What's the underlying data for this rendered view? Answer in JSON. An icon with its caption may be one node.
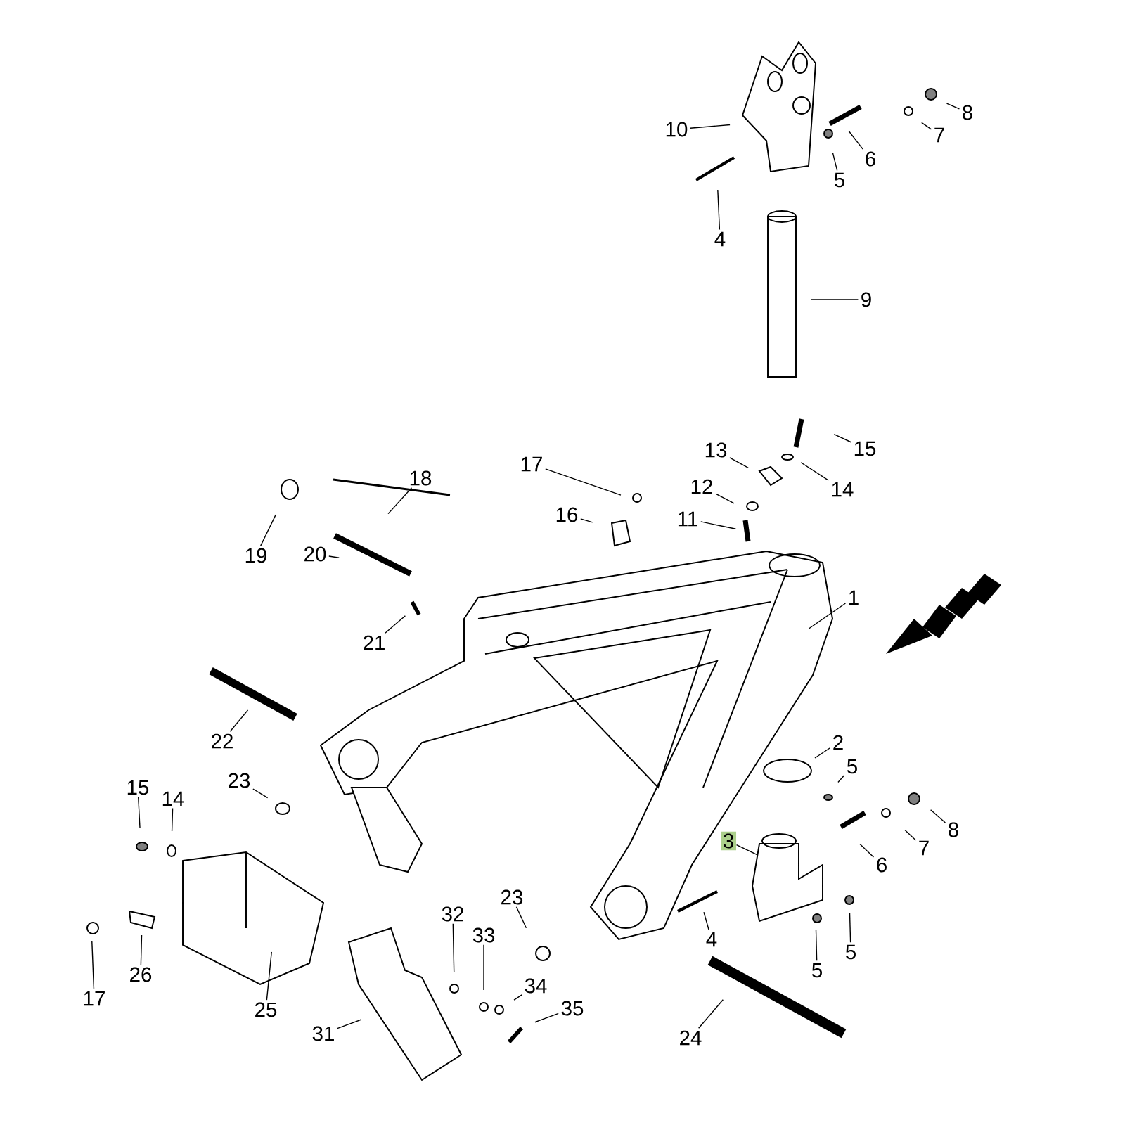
{
  "diagram": {
    "nodes": [
      {
        "text": [
          "8"
        ]
      },
      {
        "text": [
          "10"
        ]
      },
      {
        "text": [
          "7"
        ]
      },
      {
        "text": [
          "6"
        ]
      },
      {
        "text": [
          "5"
        ]
      },
      {
        "text": [
          "4"
        ]
      },
      {
        "text": [
          "9"
        ]
      },
      {
        "text": [
          "15"
        ]
      },
      {
        "text": [
          "13"
        ]
      },
      {
        "text": [
          "17"
        ]
      },
      {
        "text": [
          "18"
        ]
      },
      {
        "text": [
          "12"
        ]
      },
      {
        "text": [
          "14"
        ]
      },
      {
        "text": [
          "16"
        ]
      },
      {
        "text": [
          "11"
        ]
      },
      {
        "text": [
          "19"
        ]
      },
      {
        "text": [
          "20"
        ]
      },
      {
        "text": [
          "1"
        ]
      },
      {
        "text": [
          "21"
        ]
      },
      {
        "text": [
          "22"
        ]
      },
      {
        "text": [
          "2"
        ]
      },
      {
        "text": [
          "5"
        ]
      },
      {
        "text": [
          "23"
        ]
      },
      {
        "text": [
          "15"
        ]
      },
      {
        "text": [
          "14"
        ]
      },
      {
        "text": [
          "8"
        ]
      },
      {
        "text": [
          "3"
        ]
      },
      {
        "text": [
          "7"
        ]
      },
      {
        "text": [
          "6"
        ]
      },
      {
        "text": [
          "23"
        ]
      },
      {
        "text": [
          "32"
        ]
      },
      {
        "text": [
          "33"
        ]
      },
      {
        "text": [
          "4"
        ]
      },
      {
        "text": [
          "5"
        ]
      },
      {
        "text": [
          "5"
        ]
      },
      {
        "text": [
          "26"
        ]
      },
      {
        "text": [
          "34"
        ]
      },
      {
        "text": [
          "17"
        ]
      },
      {
        "text": [
          "35"
        ]
      },
      {
        "text": [
          "25"
        ]
      },
      {
        "text": [
          "31"
        ]
      },
      {
        "text": [
          "24"
        ]
      }
    ],
    "edges": [
      {
        "from": 0,
        "to": null,
        "arrow": "none"
      },
      {
        "from": 1,
        "to": null,
        "arrow": "none"
      },
      {
        "from": 2,
        "to": null,
        "arrow": "none"
      },
      {
        "from": 3,
        "to": null,
        "arrow": "none"
      },
      {
        "from": 4,
        "to": null,
        "arrow": "none"
      },
      {
        "from": 5,
        "to": null,
        "arrow": "none"
      },
      {
        "from": 6,
        "to": null,
        "arrow": "none"
      },
      {
        "from": 7,
        "to": null,
        "arrow": "none"
      },
      {
        "from": 8,
        "to": null,
        "arrow": "none"
      },
      {
        "from": 9,
        "to": null,
        "arrow": "none"
      },
      {
        "from": 10,
        "to": null,
        "arrow": "none"
      },
      {
        "from": 11,
        "to": null,
        "arrow": "none"
      },
      {
        "from": 12,
        "to": null,
        "arrow": "none"
      },
      {
        "from": 13,
        "to": null,
        "arrow": "none"
      },
      {
        "from": 14,
        "to": null,
        "arrow": "none"
      },
      {
        "from": 15,
        "to": null,
        "arrow": "none"
      },
      {
        "from": 16,
        "to": null,
        "arrow": "none"
      },
      {
        "from": 17,
        "to": null,
        "arrow": "none"
      },
      {
        "from": 18,
        "to": null,
        "arrow": "none"
      },
      {
        "from": 19,
        "to": null,
        "arrow": "none"
      },
      {
        "from": 20,
        "to": null,
        "arrow": "none"
      },
      {
        "from": 21,
        "to": null,
        "arrow": "none"
      },
      {
        "from": 22,
        "to": null,
        "arrow": "none"
      },
      {
        "from": 23,
        "to": null,
        "arrow": "none"
      },
      {
        "from": 24,
        "to": null,
        "arrow": "none"
      },
      {
        "from": 25,
        "to": null,
        "arrow": "none"
      },
      {
        "from": 26,
        "to": null,
        "arrow": "none"
      },
      {
        "from": 27,
        "to": null,
        "arrow": "none"
      },
      {
        "from": 28,
        "to": null,
        "arrow": "none"
      },
      {
        "from": 29,
        "to": null,
        "arrow": "none"
      },
      {
        "from": 30,
        "to": null,
        "arrow": "none"
      },
      {
        "from": 31,
        "to": null,
        "arrow": "none"
      },
      {
        "from": 32,
        "to": null,
        "arrow": "none"
      },
      {
        "from": 33,
        "to": null,
        "arrow": "none"
      },
      {
        "from": 34,
        "to": null,
        "arrow": "none"
      },
      {
        "from": 35,
        "to": null,
        "arrow": "none"
      },
      {
        "from": 36,
        "to": null,
        "arrow": "none"
      },
      {
        "from": 37,
        "to": null,
        "arrow": "none"
      },
      {
        "from": 38,
        "to": null,
        "arrow": "none"
      },
      {
        "from": 39,
        "to": null,
        "arrow": "none"
      },
      {
        "from": 40,
        "to": null,
        "arrow": "none"
      },
      {
        "from": 41,
        "to": null,
        "arrow": "none"
      }
    ]
  }
}
